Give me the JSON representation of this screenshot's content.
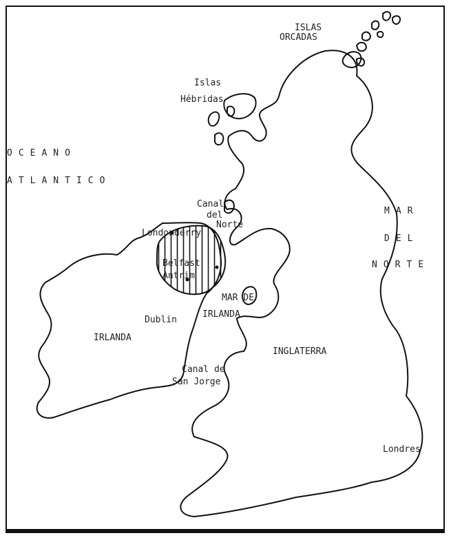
{
  "map": {
    "labels": {
      "islas_orcadas": [
        "ISLAS",
        "ORCADAS"
      ],
      "islas_hebridas": [
        "Islas",
        "Hébridas"
      ],
      "oceano_atlantico": [
        "OCEANO",
        "ATLANTICO"
      ],
      "canal_del_norte": [
        "Canal",
        "del",
        "Norte"
      ],
      "mar_del_norte": [
        "MAR",
        "DEL",
        "NORTE"
      ],
      "londonderry": "Londonderry",
      "belfast": "Belfast",
      "antrim": "Antrim",
      "mar_de_irlanda": [
        "MAR DE",
        "IRLANDA"
      ],
      "dublin": "Dublin",
      "irlanda": "IRLANDA",
      "inglaterra": "INGLATERRA",
      "canal_san_jorge": [
        "Canal de",
        "San Jorge"
      ],
      "londres": "Londres"
    },
    "colors": {
      "ink": "#111111",
      "paper": "#ffffff"
    }
  }
}
